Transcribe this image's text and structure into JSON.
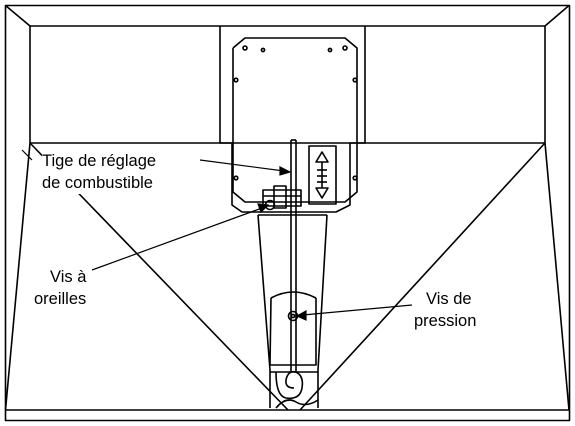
{
  "diagram": {
    "labels": {
      "fuel_rod": {
        "line1": "Tige de réglage",
        "line2": "de combustible"
      },
      "wing_screw": {
        "line1": "Vis à",
        "line2": "oreilles"
      },
      "set_screw": {
        "line1": "Vis de",
        "line2": "pression"
      }
    },
    "colors": {
      "stroke": "#000000",
      "background": "#ffffff",
      "shade": "#e6e6e6"
    }
  }
}
